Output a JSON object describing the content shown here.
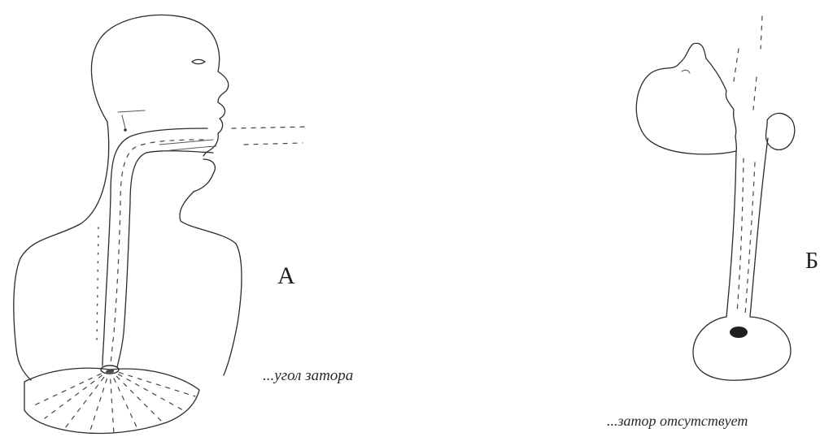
{
  "figure_a": {
    "letter": "А",
    "caption": "...угол затора"
  },
  "figure_b": {
    "letter": "Б",
    "caption": "...затор отсутствует"
  }
}
